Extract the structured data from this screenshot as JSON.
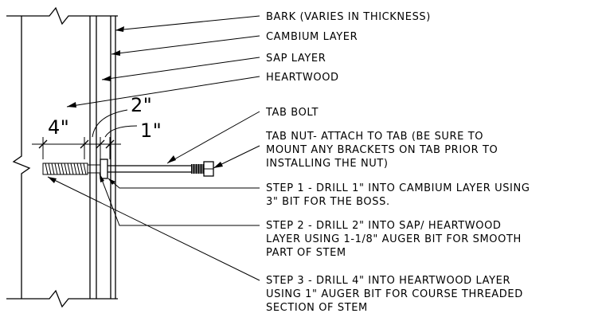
{
  "labels": {
    "bark": "BARK (VARIES IN THICKNESS)",
    "cambium": "CAMBIUM LAYER",
    "sap": "SAP LAYER",
    "heartwood": "HEARTWOOD",
    "tab_bolt": "TAB BOLT",
    "tab_nut": [
      "TAB NUT- ATTACH TO TAB (BE SURE TO",
      "MOUNT ANY BRACKETS ON TAB PRIOR TO",
      "INSTALLING THE NUT)"
    ],
    "step1": [
      "STEP 1 - DRILL 1\" INTO CAMBIUM LAYER USING",
      "3\" BIT FOR THE BOSS."
    ],
    "step2": [
      "STEP 2 - DRILL 2\" INTO SAP/ HEARTWOOD",
      "LAYER USING 1-1/8\" AUGER BIT FOR SMOOTH",
      "PART OF STEM"
    ],
    "step3": [
      "STEP 3 - DRILL 4\" INTO HEARTWOOD LAYER",
      "USING 1\" AUGER BIT FOR COURSE THREADED",
      "SECTION OF STEM"
    ]
  },
  "dimensions": {
    "heartwood_depth": "4\"",
    "sap_depth": "2\"",
    "cambium_depth": "1\""
  }
}
